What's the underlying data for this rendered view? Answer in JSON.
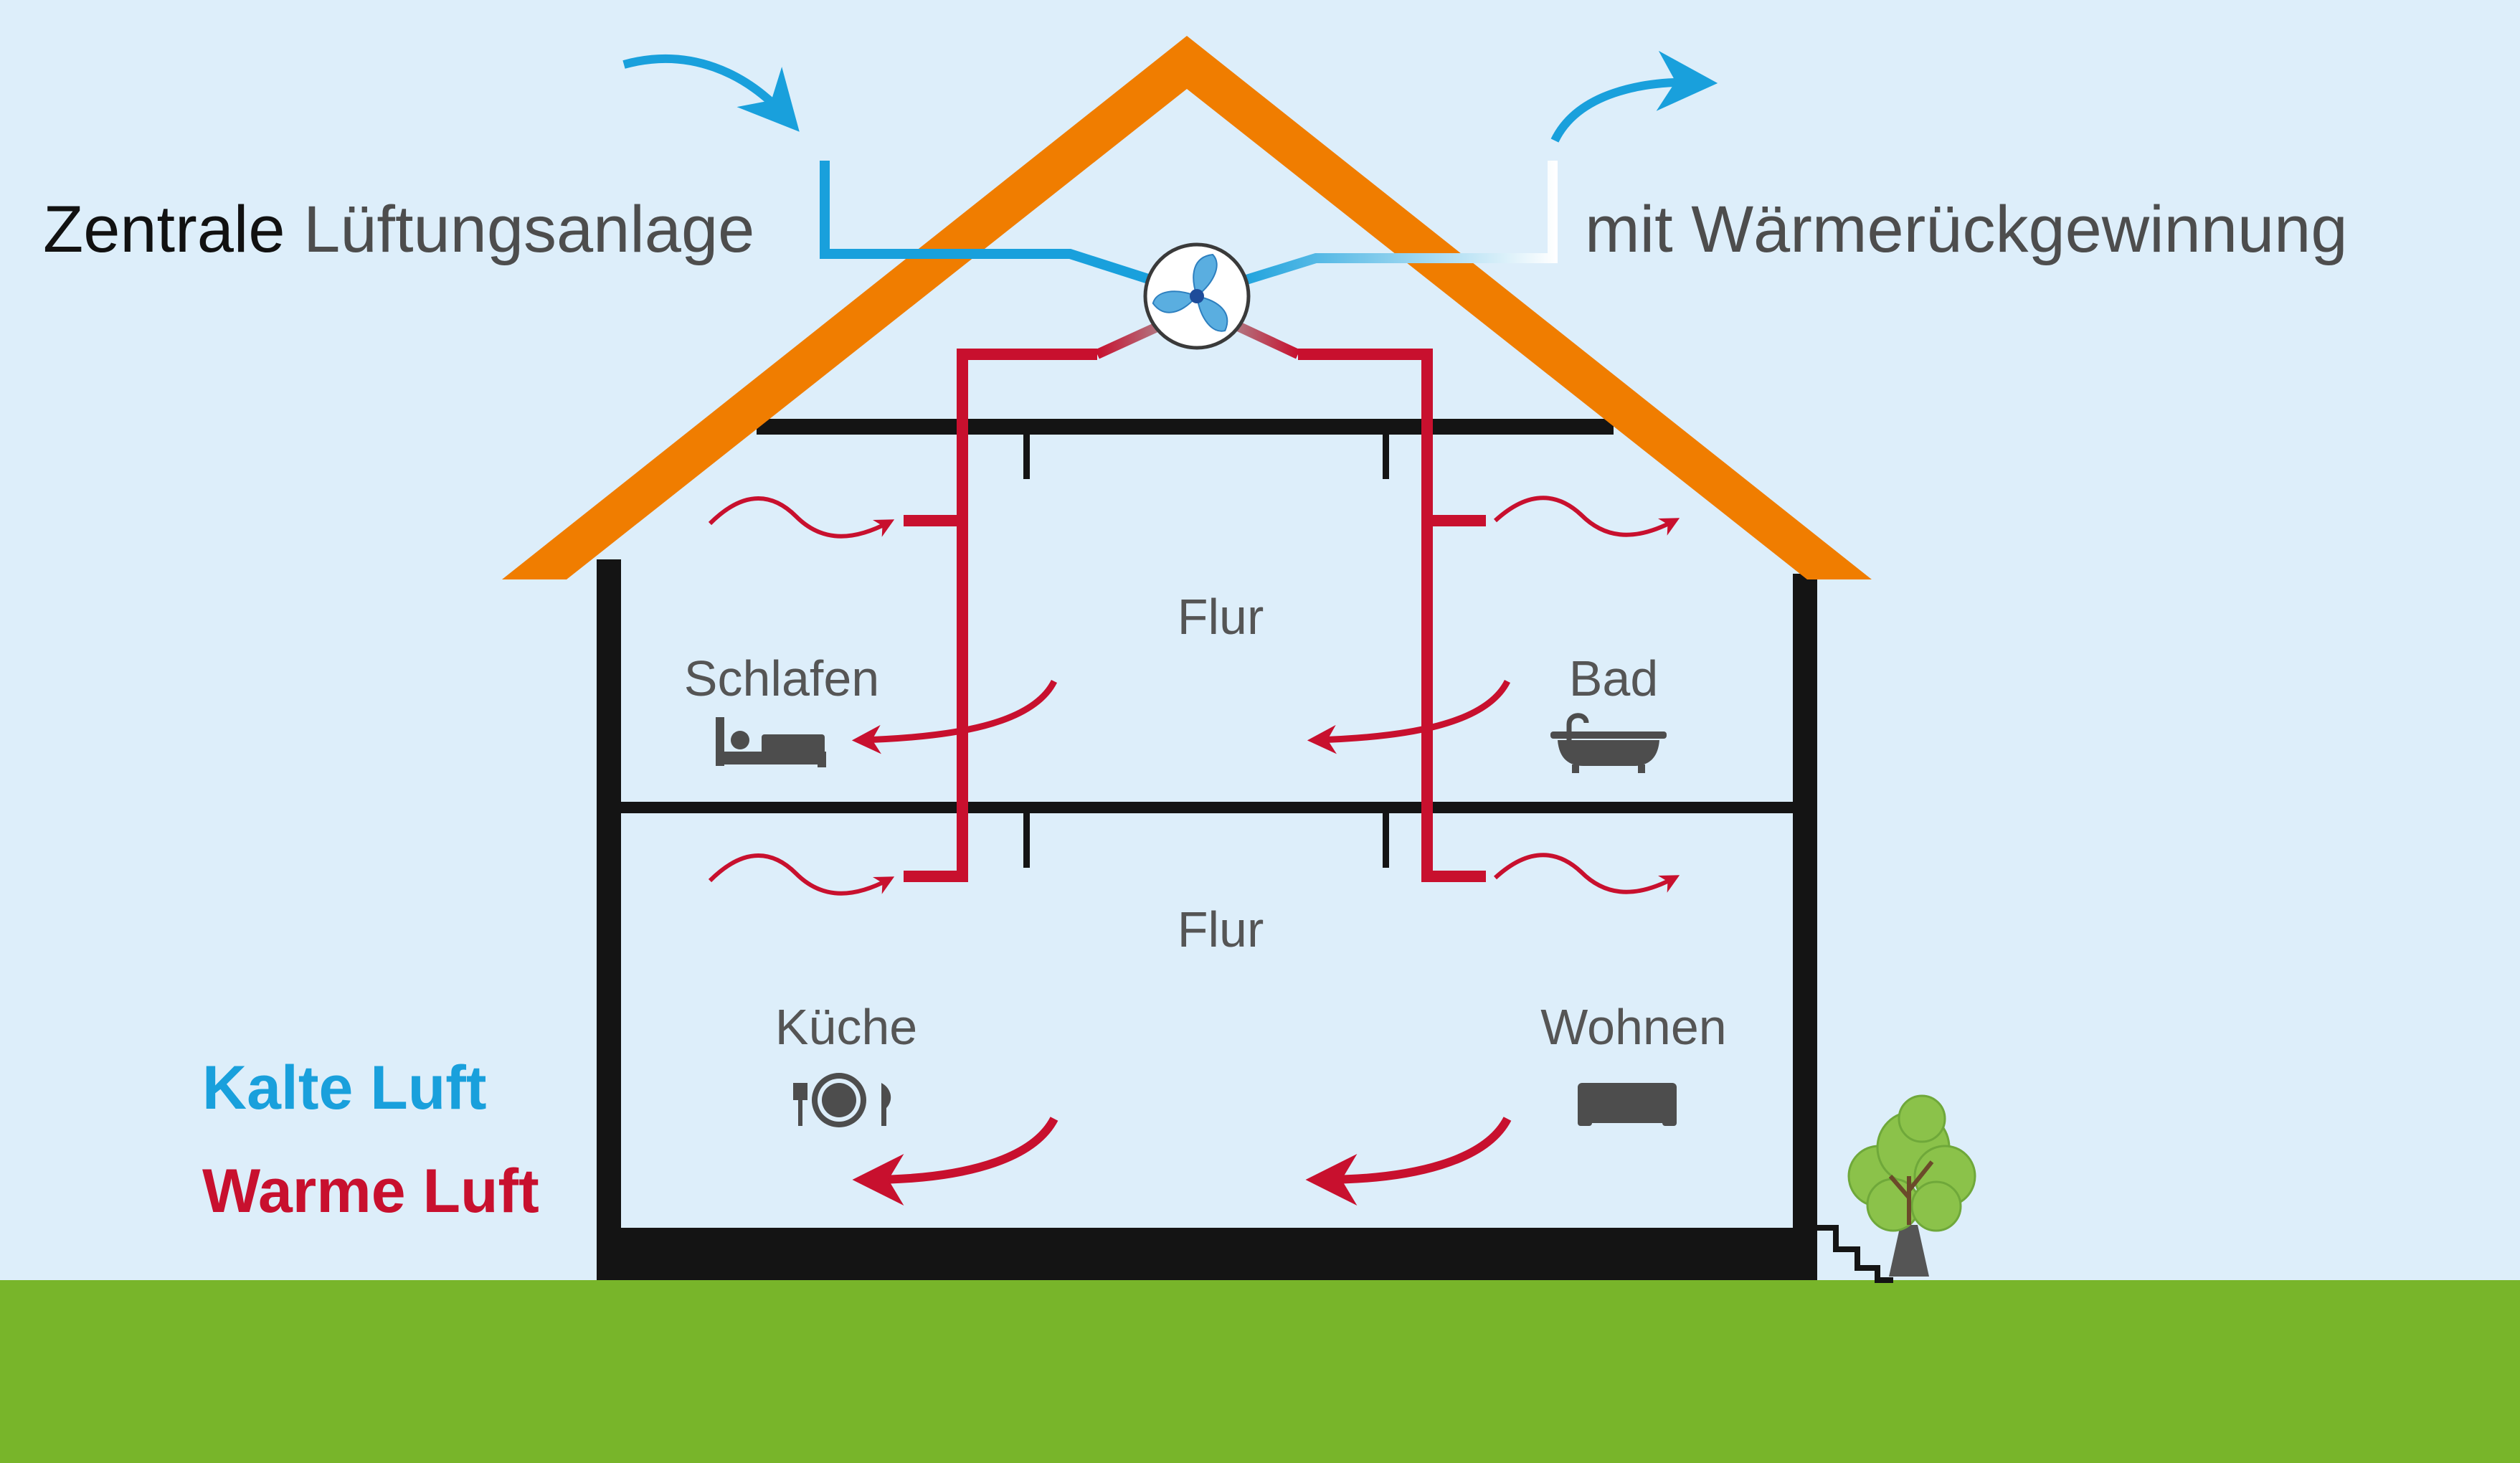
{
  "title": {
    "strong": "Zentrale",
    "left": "Lüftungsanlage",
    "right": "mit Wärmerückgewinnung"
  },
  "rooms": {
    "upper_hall": "Flur",
    "lower_hall": "Flur",
    "sleeping": "Schlafen",
    "bath": "Bad",
    "kitchen": "Küche",
    "living": "Wohnen"
  },
  "legend": {
    "cold": "Kalte Luft",
    "warm": "Warme Luft"
  },
  "colors": {
    "sky": "#ddeefa",
    "ground": "#78b52a",
    "roof": "#f07d00",
    "wall": "#141414",
    "cold_air": "#19a0dc",
    "warm_air": "#c8102e",
    "label": "#555555"
  },
  "icons": [
    "bed-icon",
    "bathtub-icon",
    "plate-cutlery-icon",
    "sofa-icon",
    "fan-icon",
    "plant-icon"
  ]
}
